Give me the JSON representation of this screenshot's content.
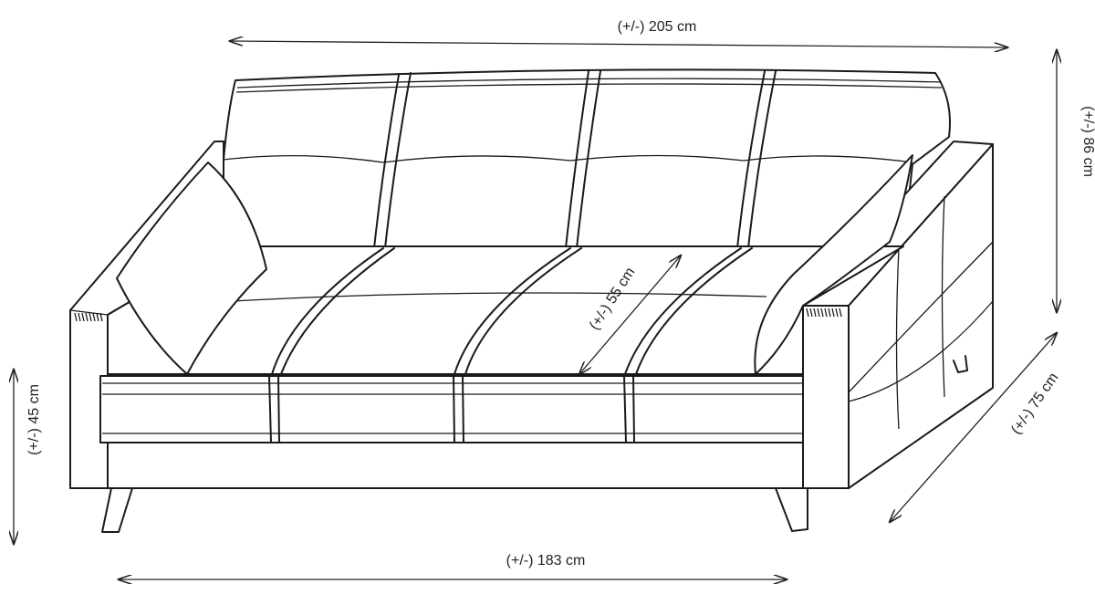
{
  "dimensions": {
    "width_total": "(+/-) 205 cm",
    "height_total": "(+/-) 86 cm",
    "depth": "(+/-) 75 cm",
    "seat_depth": "(+/-) 55 cm",
    "seat_height": "(+/-) 45 cm",
    "seat_width": "(+/-) 183 cm"
  }
}
